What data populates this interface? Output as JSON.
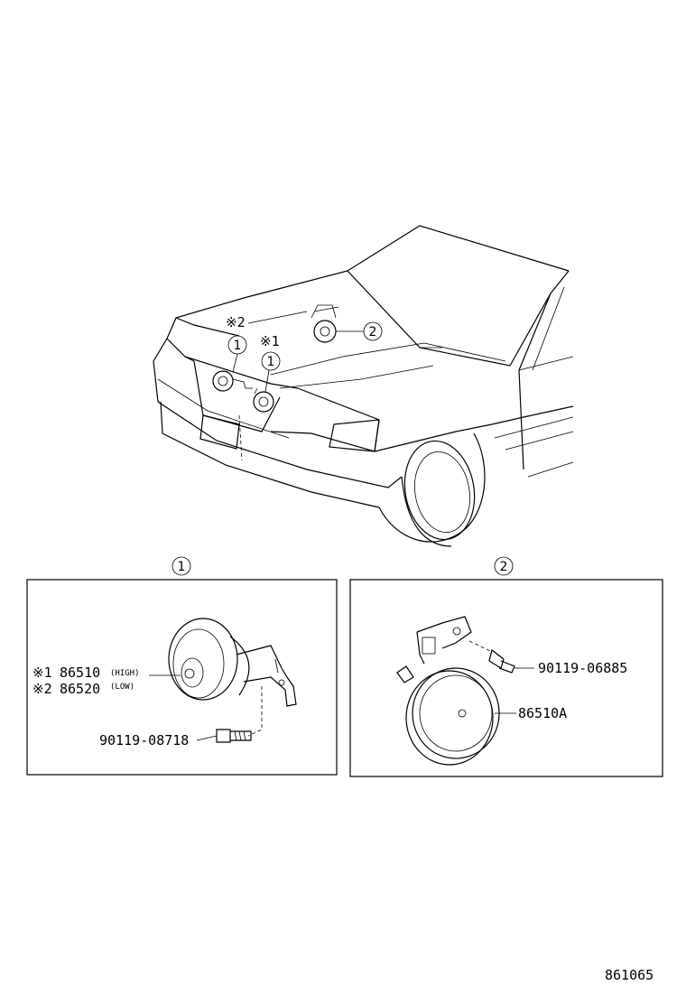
{
  "diagram": {
    "callout_1": "1",
    "callout_2": "2",
    "note_1": "※1",
    "note_2": "※2",
    "panel_1": {
      "heading": "1",
      "part_high_note": "※1",
      "part_high": "86510",
      "part_high_tag": "(HIGH)",
      "part_low_note": "※2",
      "part_low": "86520",
      "part_low_tag": "(LOW)",
      "bolt": "90119-08718"
    },
    "panel_2": {
      "heading": "2",
      "bolt": "90119-06885",
      "horn": "86510A"
    },
    "figure_number": "861065"
  }
}
